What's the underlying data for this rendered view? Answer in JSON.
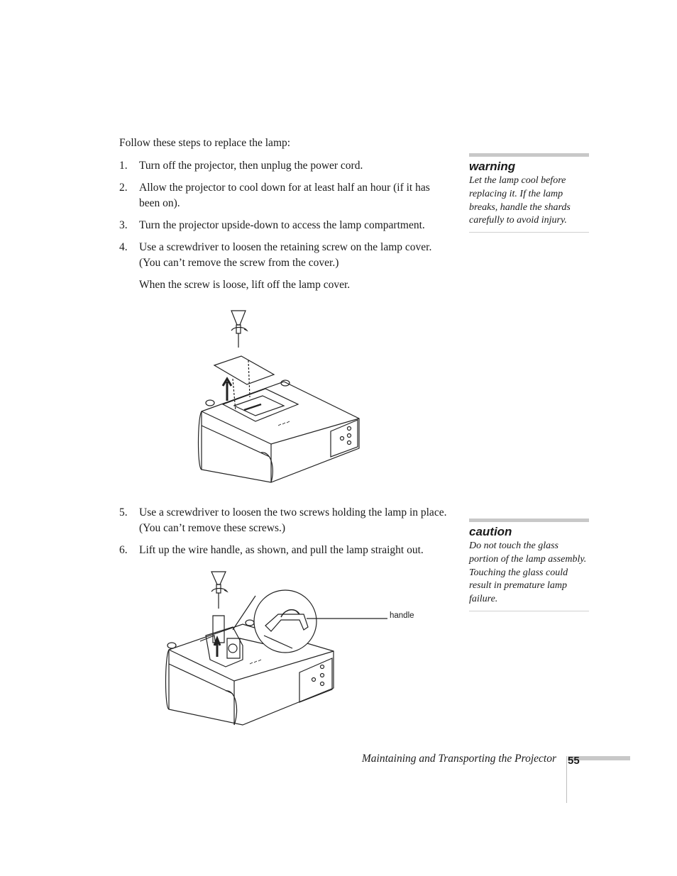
{
  "intro": "Follow these steps to replace the lamp:",
  "steps": [
    {
      "num": "1.",
      "text": "Turn off the projector, then unplug the power cord."
    },
    {
      "num": "2.",
      "text": "Allow the projector to cool down for at least half an hour (if it has been on)."
    },
    {
      "num": "3.",
      "text": "Turn the projector upside-down to access the lamp compartment."
    },
    {
      "num": "4.",
      "text": "Use a screwdriver to loosen the retaining screw on the lamp cover. (You can’t remove the screw from the cover.)"
    },
    {
      "num": "5.",
      "text": "Use a screwdriver to loosen the two screws holding the lamp in place. (You can’t remove these screws.)"
    },
    {
      "num": "6.",
      "text": "Lift up the wire handle, as shown, and pull the lamp straight out."
    }
  ],
  "step4_followup": "When the screw is loose, lift off the lamp cover.",
  "warning": {
    "heading": "warning",
    "text": "Let the lamp cool before replacing it. If the lamp breaks, handle the shards carefully to avoid injury."
  },
  "caution": {
    "heading": "caution",
    "text": "Do not touch the glass portion of the lamp assembly. Touching the glass could result in premature lamp failure."
  },
  "figure2_callout": "handle",
  "footer": {
    "chapter_title": "Maintaining and Transporting the Projector",
    "page_number": "55"
  }
}
